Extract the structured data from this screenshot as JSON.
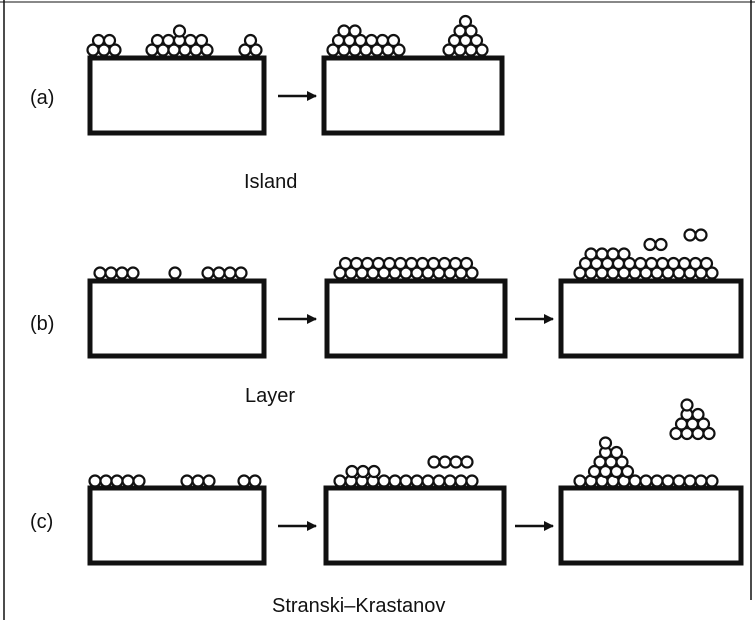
{
  "colors": {
    "ink": "#111111",
    "background": "#ffffff"
  },
  "panels": [
    {
      "id": "a",
      "label": "(a)",
      "caption": "Island",
      "stage_count": 2
    },
    {
      "id": "b",
      "label": "(b)",
      "caption": "Layer",
      "stage_count": 3
    },
    {
      "id": "c",
      "label": "(c)",
      "caption": "Stranski–Krastanov",
      "stage_count": 3
    }
  ]
}
